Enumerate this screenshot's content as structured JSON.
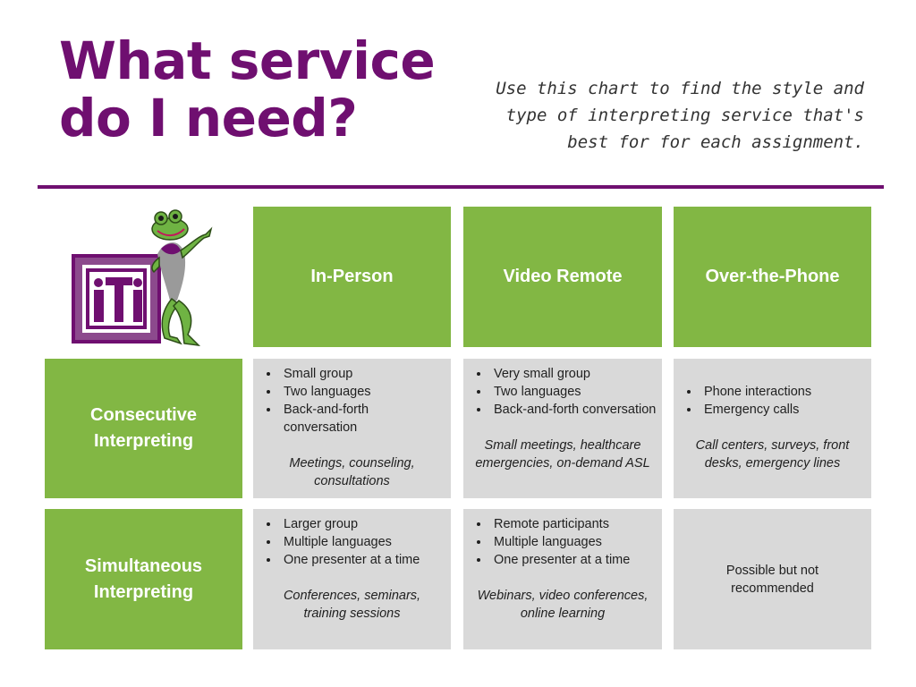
{
  "header": {
    "title_line1": "What service",
    "title_line2": "do I need?",
    "subtitle_line1": "Use this chart to find the style and",
    "subtitle_line2": "type of interpreting service that's",
    "subtitle_line3": "best for for each assignment."
  },
  "logo": {
    "text": "iTi",
    "mascot": "frog-mascot"
  },
  "columns": [
    "In-Person",
    "Video Remote",
    "Over-the-Phone"
  ],
  "rows": [
    {
      "label_line1": "Consecutive",
      "label_line2": "Interpreting",
      "cells": [
        {
          "bullets": [
            "Small group",
            "Two languages",
            "Back-and-forth conversation"
          ],
          "examples_line1": "Meetings, counseling,",
          "examples_line2": "consultations"
        },
        {
          "bullets": [
            "Very small group",
            "Two languages",
            "Back-and-forth conversation"
          ],
          "examples_line1": "Small meetings, healthcare",
          "examples_line2": "emergencies, on-demand ASL"
        },
        {
          "bullets": [
            "Phone interactions",
            "Emergency calls"
          ],
          "examples_line1": "Call centers, surveys, front",
          "examples_line2": "desks, emergency lines"
        }
      ]
    },
    {
      "label_line1": "Simultaneous",
      "label_line2": "Interpreting",
      "cells": [
        {
          "bullets": [
            "Larger group",
            "Multiple languages",
            "One presenter at a time"
          ],
          "examples_line1": "Conferences, seminars,",
          "examples_line2": "training sessions"
        },
        {
          "bullets": [
            "Remote participants",
            "Multiple languages",
            "One presenter at a time"
          ],
          "examples_line1": "Webinars, video conferences,",
          "examples_line2": "online learning"
        },
        {
          "note_line1": "Possible but not",
          "note_line2": "recommended"
        }
      ]
    }
  ],
  "colors": {
    "accent": "#6f0f70",
    "green": "#82b744",
    "grey": "#d9d9d9"
  }
}
